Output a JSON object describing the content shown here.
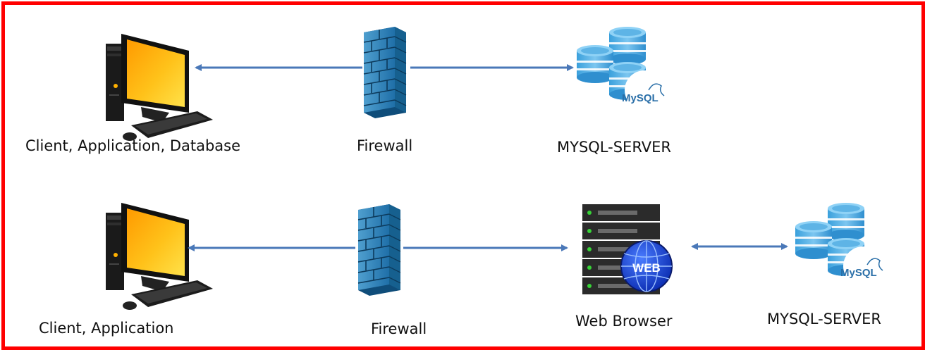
{
  "diagram": {
    "border_color": "#ff0000",
    "arrow_color": "#4a78b8",
    "rows": [
      {
        "nodes": [
          {
            "icon": "desktop-computer-icon",
            "label": "Client, Application, Database"
          },
          {
            "icon": "firewall-icon",
            "label": "Firewall"
          },
          {
            "icon": "mysql-database-icon",
            "label": "MYSQL-SERVER",
            "logo_text": "MySQL"
          }
        ]
      },
      {
        "nodes": [
          {
            "icon": "desktop-computer-icon",
            "label": "Client, Application"
          },
          {
            "icon": "firewall-icon",
            "label": "Firewall"
          },
          {
            "icon": "web-server-icon",
            "label": "Web Browser",
            "badge_text": "WEB"
          },
          {
            "icon": "mysql-database-icon",
            "label": "MYSQL-SERVER",
            "logo_text": "MySQL"
          }
        ]
      }
    ]
  }
}
